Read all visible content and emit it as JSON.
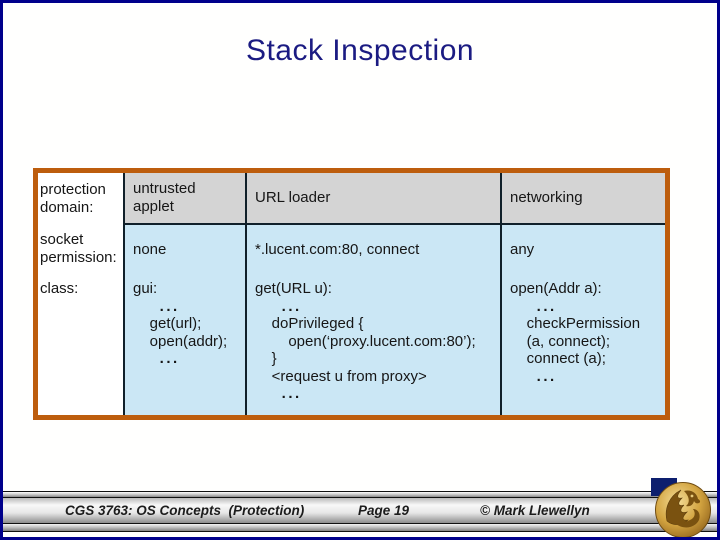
{
  "slide": {
    "title": "Stack Inspection",
    "colors": {
      "slide_border": "#00008b",
      "title_text": "#1b1b82",
      "table_border": "#bd5d0d",
      "header_bg": "#d4d4d4",
      "cell_bg": "#cbe7f5",
      "logo_gold": "#c8983a"
    }
  },
  "table": {
    "row_labels": {
      "header": "protection domain:",
      "socket": "socket permission:",
      "class": "class:"
    },
    "columns": [
      {
        "header": "untrusted applet",
        "socket_permission": "none",
        "class_lines": [
          "gui:",
          "    ...",
          "    get(url);",
          "    open(addr);",
          "    ..."
        ]
      },
      {
        "header": "URL loader",
        "socket_permission": "*.lucent.com:80, connect",
        "class_lines": [
          "get(URL u):",
          "    ...",
          "    doPrivileged {",
          "        open(‘proxy.lucent.com:80’);",
          "    }",
          "    <request u from proxy>",
          "    ..."
        ]
      },
      {
        "header": "networking",
        "socket_permission": "any",
        "class_lines": [
          "open(Addr a):",
          "    ...",
          "    checkPermission",
          "    (a, connect);",
          "    connect (a);",
          "    ..."
        ]
      }
    ]
  },
  "footer": {
    "course": "CGS 3763: OS Concepts  (Protection)",
    "page": "Page 19",
    "copyright": "© Mark Llewellyn"
  },
  "logo": {
    "name": "ucf-pegasus-logo"
  }
}
